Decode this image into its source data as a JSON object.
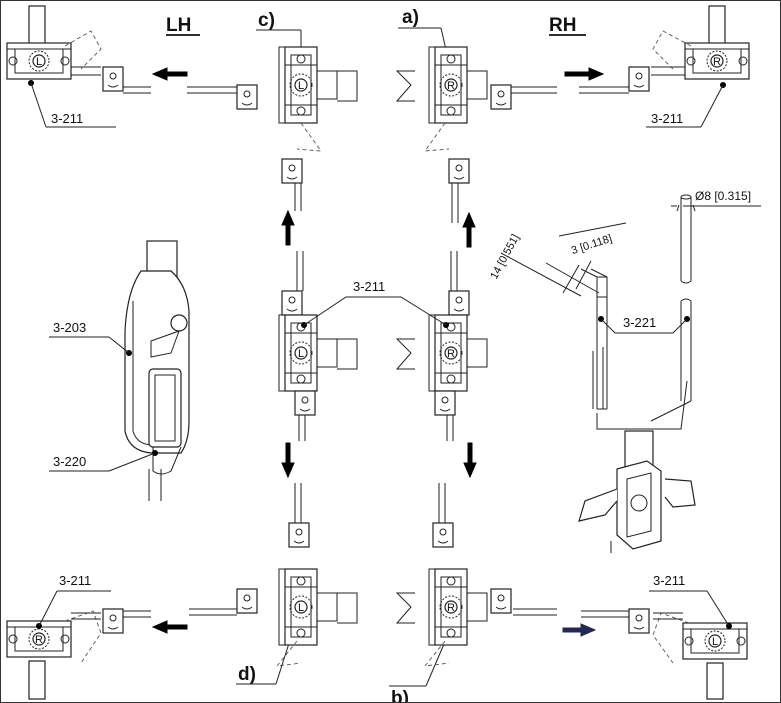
{
  "headings": {
    "left": "LH",
    "right": "RH"
  },
  "variants": {
    "a": "a)",
    "b": "b)",
    "c": "c)",
    "d": "d)"
  },
  "callouts": {
    "lock_tl": "3-211",
    "lock_tr": "3-211",
    "lock_mid": "3-211",
    "lock_bl": "3-211",
    "lock_br": "3-211",
    "housing": "3-203",
    "handle": "3-220",
    "rod": "3-221"
  },
  "dimensions": {
    "rod_diameter": "Ø8 [0.315]",
    "bend_width": "14 [0.551]",
    "bend_thickness": "3 [0.118]"
  },
  "lock_letters": {
    "left": "L",
    "right": "R"
  },
  "colors": {
    "line": "#222222",
    "arrow": "#000000",
    "arrow_br": "#1f2a55"
  }
}
